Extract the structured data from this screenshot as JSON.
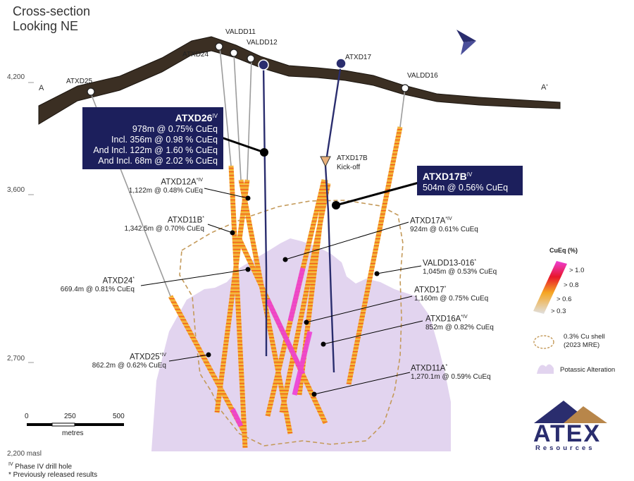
{
  "title": {
    "line1": "Cross-section",
    "line2": "Looking NE"
  },
  "section_markers": {
    "left": "A",
    "right": "A'"
  },
  "elevations": [
    "4,200",
    "3,600",
    "2,700",
    "2,200 masl"
  ],
  "collar_labels": {
    "atxd25": "ATXD25",
    "atxd24": "ATXD24",
    "valdd11": "VALDD11",
    "valdd12": "VALDD12",
    "atxd17": "ATXD17",
    "valdd16": "VALDD16"
  },
  "kickoff": {
    "hole": "ATXD17B",
    "text": "Kick-off"
  },
  "callouts": {
    "atxd26": {
      "hole": "ATXD26",
      "sup": "IV",
      "lines": [
        "978m @ 0.75% CuEq",
        "Incl. 356m @ 0.98 % CuEq",
        "And Incl. 122m @ 1.60 % CuEq",
        "And Incl. 68m @ 2.02 % CuEq"
      ]
    },
    "atxd17b": {
      "hole": "ATXD17B",
      "sup": "IV",
      "line": "504m @ 0.56% CuEq"
    }
  },
  "intercepts": {
    "atxd12a": {
      "name": "ATXD12A",
      "sup": "*IV",
      "result": "1,122m @ 0.48% CuEq"
    },
    "atxd11b": {
      "name": "ATXD11B",
      "sup": "*",
      "result": "1,342.5m @ 0.70% CuEq"
    },
    "atxd24": {
      "name": "ATXD24",
      "sup": "*",
      "result": "669.4m @ 0.81% CuEq"
    },
    "atxd25": {
      "name": "ATXD25",
      "sup": "*IV",
      "result": "862.2m @ 0.62% CuEq"
    },
    "atxd17a": {
      "name": "ATXD17A",
      "sup": "*IV",
      "result": "924m @ 0.61% CuEq"
    },
    "valdd13": {
      "name": "VALDD13-016",
      "sup": "*",
      "result": "1,045m @ 0.53% CuEq"
    },
    "atxd17": {
      "name": "ATXD17",
      "sup": "*",
      "result": "1,160m @ 0.75% CuEq"
    },
    "atxd16a": {
      "name": "ATXD16A",
      "sup": "*IV",
      "result": "852m @ 0.82% CuEq"
    },
    "atxd11a": {
      "name": "ATXD11A",
      "sup": "*",
      "result": "1,270.1m @ 0.59% CuEq"
    }
  },
  "legend": {
    "title": "CuEq (%)",
    "grades": [
      {
        "label": "> 1.0",
        "color": "#ee3fd6"
      },
      {
        "label": "> 0.8",
        "color": "#e8162b"
      },
      {
        "label": "> 0.6",
        "color": "#f5a623"
      },
      {
        "label": "> 0.3",
        "color": "#e0e0e0"
      }
    ],
    "shell": "0.3% Cu shell",
    "shell_note": "(2023 MRE)",
    "alteration": "Potassic Alteration"
  },
  "scale_bar": {
    "ticks": [
      "0",
      "250",
      "500"
    ],
    "unit": "metres"
  },
  "footnotes": {
    "phase4_mark": "IV",
    "phase4_text": "Phase IV drill hole",
    "previous": "* Previously released results"
  },
  "logo": {
    "name": "ATEX",
    "sub": "Resources"
  },
  "colors": {
    "navy": "#1c1f5c",
    "alteration": "#e2d4ef",
    "surface": "#3b2f23",
    "shell": "#c49a5a",
    "trace_orange": "#f5a623",
    "trace_magenta": "#ee3fd6",
    "trace_red": "#e8162b",
    "logo_gold": "#b8864a"
  }
}
